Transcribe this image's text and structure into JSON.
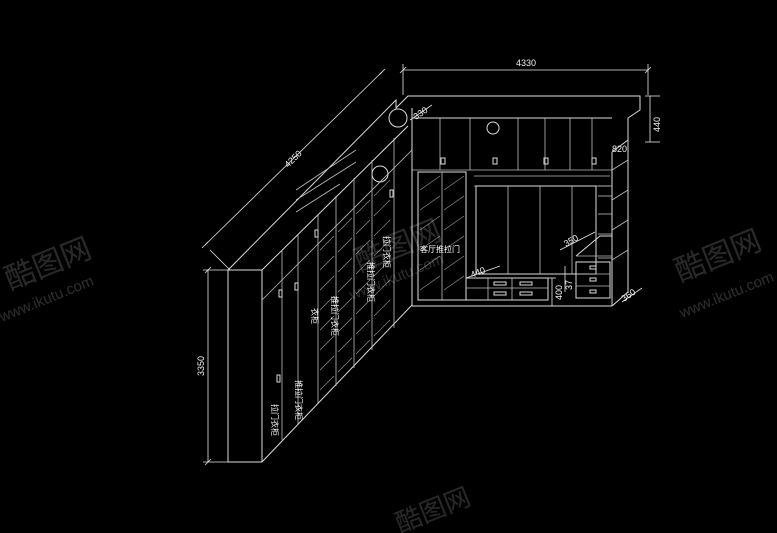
{
  "dimensions": {
    "top_width": "4330",
    "left_depth": "4250",
    "height": "3350",
    "right_top": "440",
    "right_bottom": "360",
    "top_small": "330",
    "shelf_a": "350",
    "shelf_b": "440",
    "drawer": "400",
    "drawer_small": "37",
    "cabinet_right": "820"
  },
  "labels": {
    "tv_room_door": "客厅推拉门",
    "wardrobe_1": "拉门衣柜",
    "wardrobe_2": "推拉门衣柜",
    "wardrobe_3": "衣柜",
    "wardrobe_4": "推拉门衣柜",
    "wardrobe_5": "推拉门衣柜",
    "wardrobe_6": "拉门衣柜"
  },
  "watermarks": {
    "brand": "酷图网",
    "url": "www.ikutu.com"
  }
}
